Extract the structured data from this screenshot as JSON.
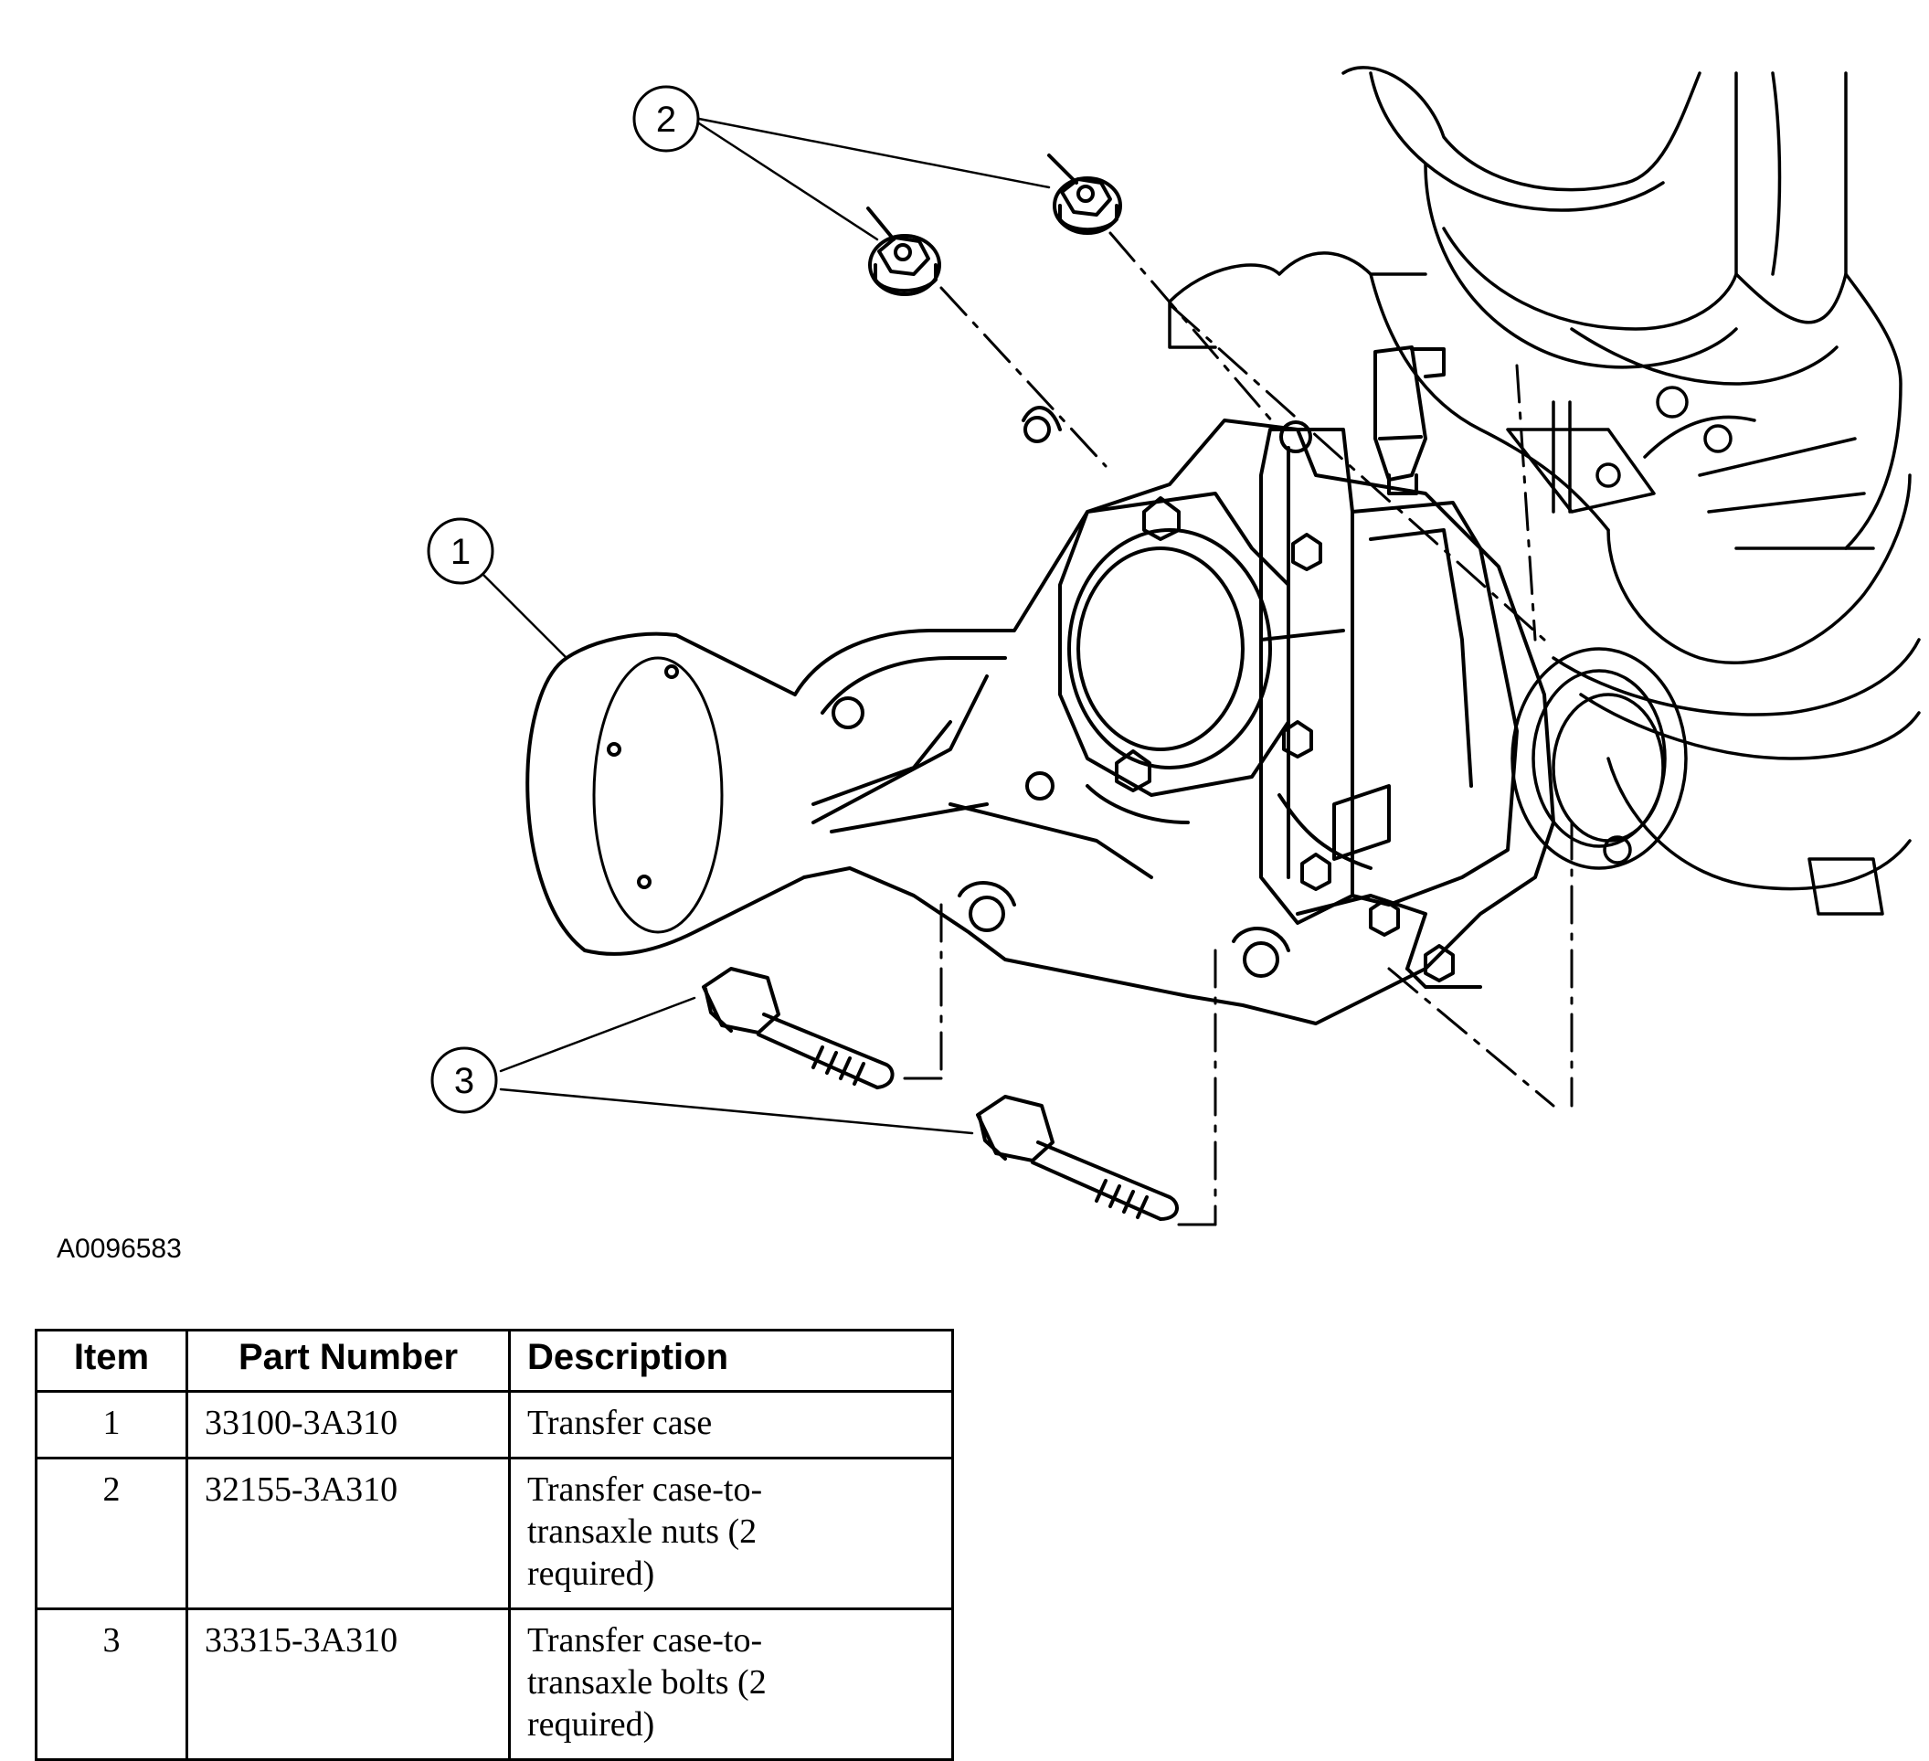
{
  "callouts": [
    "1",
    "2",
    "3"
  ],
  "figure_id": "A0096583",
  "table": {
    "headers": [
      "Item",
      "Part Number",
      "Description"
    ],
    "rows": [
      {
        "item": "1",
        "part_number": "33100-3A310",
        "description": "Transfer case"
      },
      {
        "item": "2",
        "part_number": "32155-3A310",
        "description": "Transfer case-to-transaxle nuts (2 required)"
      },
      {
        "item": "3",
        "part_number": "33315-3A310",
        "description": "Transfer case-to-transaxle bolts (2 required)"
      }
    ]
  }
}
